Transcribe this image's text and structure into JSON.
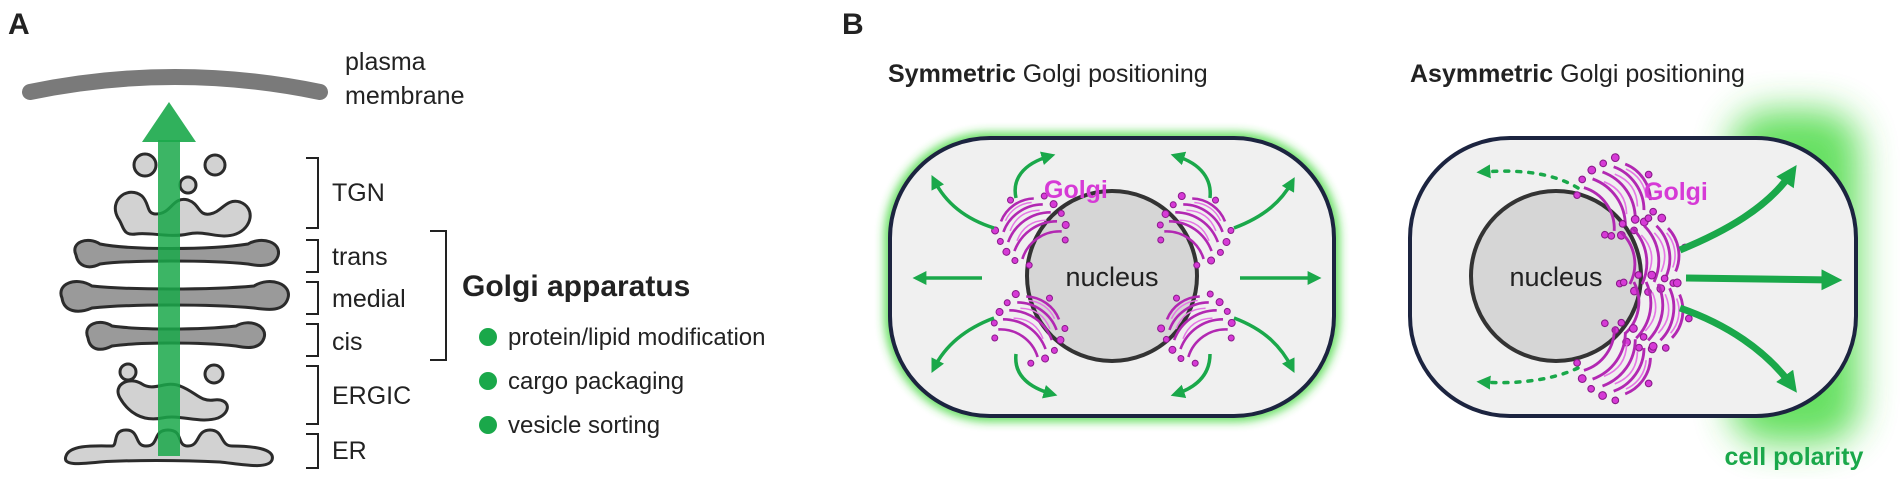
{
  "panel_a": {
    "letter": "A",
    "membrane_label_line1": "plasma",
    "membrane_label_line2": "membrane",
    "compartments": [
      "TGN",
      "trans",
      "medial",
      "cis",
      "ERGIC",
      "ER"
    ],
    "apparatus_title": "Golgi apparatus",
    "functions": [
      "protein/lipid modification",
      "cargo packaging",
      "vesicle sorting"
    ]
  },
  "panel_b": {
    "letter": "B",
    "symmetric": {
      "title_bold": "Symmetric",
      "title_rest": " Golgi positioning",
      "golgi_label": "Golgi",
      "nucleus_label": "nucleus"
    },
    "asymmetric": {
      "title_bold": "Asymmetric",
      "title_rest": " Golgi positioning",
      "golgi_label": "Golgi",
      "nucleus_label": "nucleus",
      "polarity_label": "cell polarity"
    }
  },
  "colors": {
    "transport_green": "#1aa84a",
    "golgi_magenta": "#d63ad6",
    "cell_border": "#1c2440",
    "cell_fill": "#f0f0f0",
    "nucleus_fill": "#d6d6d6",
    "membrane_gray": "#7a7a7a"
  }
}
